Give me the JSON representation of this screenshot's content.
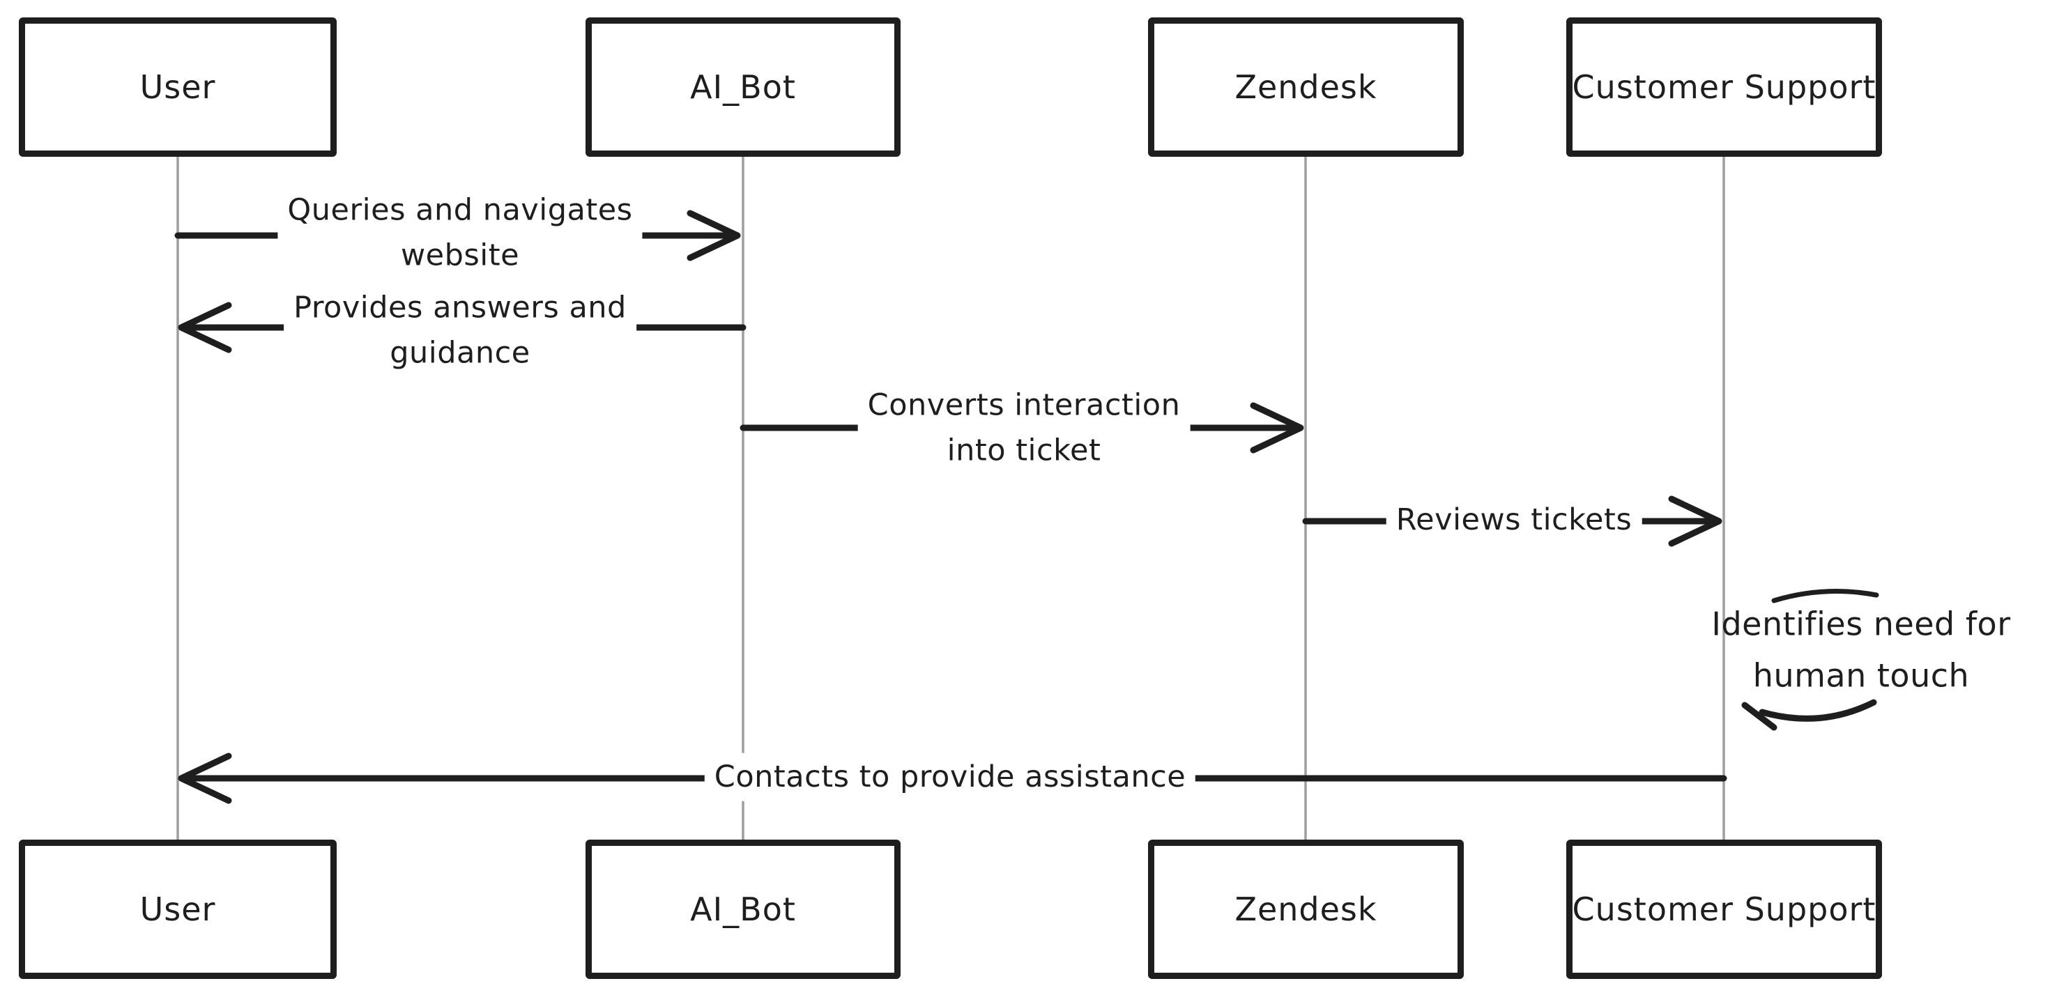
{
  "diagram": {
    "type": "sequence-diagram",
    "style": "hand-drawn",
    "colors": {
      "stroke": "#1e1e1e",
      "lifeline": "#9e9e9e",
      "background": "#ffffff"
    },
    "actors": [
      {
        "id": "user",
        "label": "User"
      },
      {
        "id": "ai_bot",
        "label": "AI_Bot"
      },
      {
        "id": "zendesk",
        "label": "Zendesk"
      },
      {
        "id": "customer_support",
        "label": "Customer Support"
      }
    ],
    "messages": [
      {
        "from": "User",
        "to": "AI_Bot",
        "direction": "right",
        "label_lines": [
          "Queries and navigates",
          "website"
        ]
      },
      {
        "from": "AI_Bot",
        "to": "User",
        "direction": "left",
        "label_lines": [
          "Provides answers and",
          "guidance"
        ]
      },
      {
        "from": "AI_Bot",
        "to": "Zendesk",
        "direction": "right",
        "label_lines": [
          "Converts interaction",
          "into ticket"
        ]
      },
      {
        "from": "Zendesk",
        "to": "Customer Support",
        "direction": "right",
        "label_lines": [
          "Reviews tickets"
        ]
      },
      {
        "from": "Customer Support",
        "to": "Customer Support",
        "self": true,
        "label_lines": [
          "Identifies need for",
          "human touch"
        ]
      },
      {
        "from": "Customer Support",
        "to": "User",
        "direction": "left",
        "label_lines": [
          "Contacts to provide assistance"
        ]
      }
    ]
  }
}
